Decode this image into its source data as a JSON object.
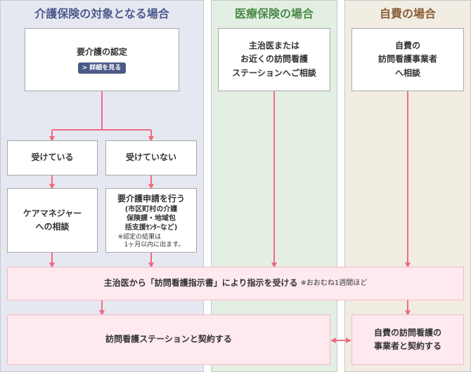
{
  "columns": {
    "care": {
      "title": "介護保険の対象となる場合"
    },
    "medical": {
      "title": "医療保険の場合"
    },
    "self": {
      "title": "自費の場合"
    }
  },
  "boxes": {
    "care_certification": {
      "label": "要介護の認定",
      "button": "詳細を見る"
    },
    "receiving": "受けている",
    "not_receiving": "受けていない",
    "care_manager": "ケアマネジャー\nへの相談",
    "apply": {
      "title": "要介護申請を行う",
      "sub": "(市区町村の介護\n保険課・地域包\n括支援ｾﾝﾀｰなど)",
      "note": "※認定の結果は\n　1ヶ月以内に出ます。"
    },
    "medical_consult": "主治医または\nお近くの訪問看護\nステーションへご相談",
    "self_consult": "自費の\n訪問看護事業者\nへ相談",
    "instruction": {
      "label": "主治医から「訪問看護指示書」により指示を受ける",
      "note": "※おおむね1週間ほど"
    },
    "contract_station": "訪問看護ステーションと契約する",
    "contract_self": "自費の訪問看護の\n事業者と契約する"
  },
  "colors": {
    "arrow": "#f06b85",
    "care_bg": "#e6e8f1",
    "medical_bg": "#e4efe4",
    "self_bg": "#f1ede3",
    "pink_box": "#fde9ee",
    "button": "#4b5a86"
  },
  "icons": {
    "detail_button": "chevron-right-icon"
  }
}
